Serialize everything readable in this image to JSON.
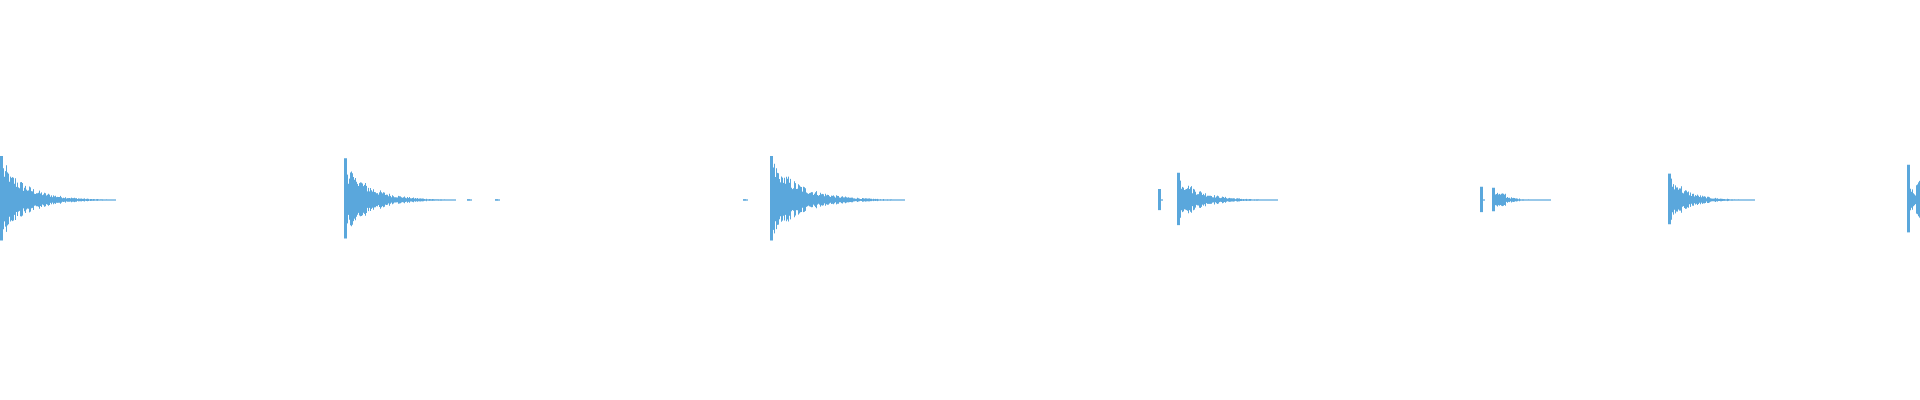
{
  "waveform": {
    "color": "#5aa7dc",
    "background": "#ffffff",
    "transients": [
      {
        "time": 0.0,
        "amplitude": 1.0,
        "decay": 0.06,
        "pre_echo": false
      },
      {
        "time": 0.179,
        "amplitude": 0.95,
        "decay": 0.058,
        "pre_echo": false
      },
      {
        "time": 0.243,
        "amplitude": 0.02,
        "decay": 0.002,
        "pre_echo": false
      },
      {
        "time": 0.258,
        "amplitude": 0.02,
        "decay": 0.002,
        "pre_echo": false
      },
      {
        "time": 0.387,
        "amplitude": 0.02,
        "decay": 0.002,
        "pre_echo": false
      },
      {
        "time": 0.401,
        "amplitude": 1.0,
        "decay": 0.07,
        "pre_echo": false
      },
      {
        "time": 0.603,
        "amplitude": 0.25,
        "decay": 0.002,
        "pre_echo": false
      },
      {
        "time": 0.613,
        "amplitude": 0.62,
        "decay": 0.052,
        "pre_echo": false
      },
      {
        "time": 0.771,
        "amplitude": 0.3,
        "decay": 0.002,
        "pre_echo": false
      },
      {
        "time": 0.777,
        "amplitude": 0.28,
        "decay": 0.03,
        "pre_echo": false
      },
      {
        "time": 0.869,
        "amplitude": 0.6,
        "decay": 0.045,
        "pre_echo": false
      },
      {
        "time": 0.993,
        "amplitude": 0.8,
        "decay": 0.01,
        "pre_echo": false
      }
    ]
  }
}
